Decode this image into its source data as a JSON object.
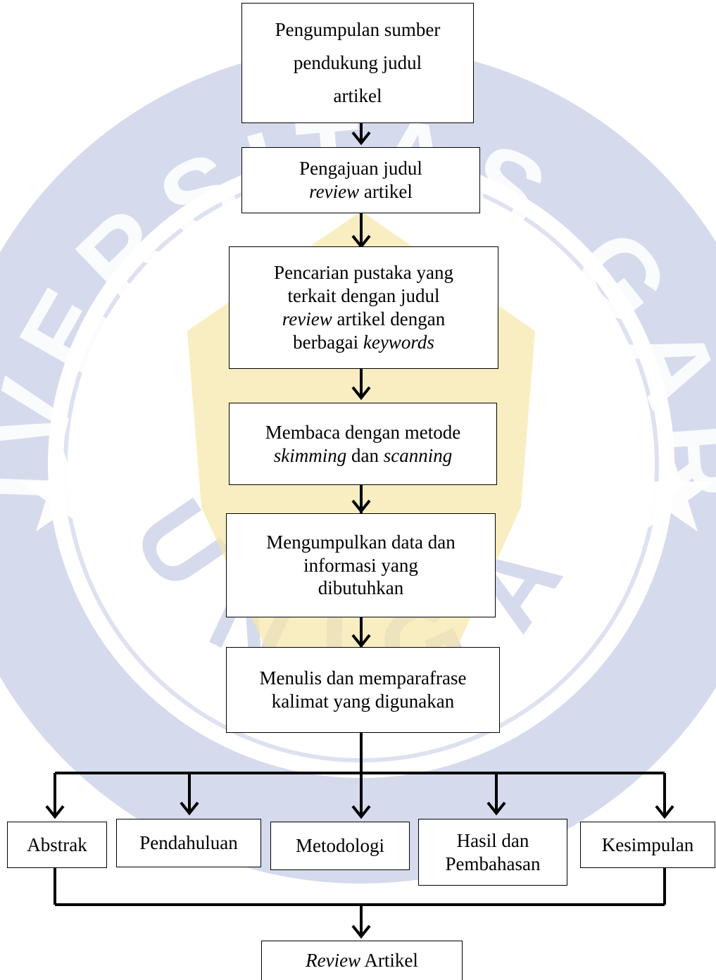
{
  "colors": {
    "watermark_blue": "#cfd4ea",
    "watermark_yellow": "#f7e7a6",
    "line": "#000000",
    "box_fill": "#ffffff"
  },
  "watermark": {
    "top_text": "UNIVERSITAS GARUT",
    "bottom_text": "UNIGA"
  },
  "steps": [
    {
      "id": "s1",
      "lines": [
        "Pengumpulan sumber",
        "pendukung judul",
        "artikel"
      ]
    },
    {
      "id": "s2",
      "lines": [
        "Pengajuan judul",
        "<i>review</i> artikel"
      ]
    },
    {
      "id": "s3",
      "lines": [
        "Pencarian pustaka yang",
        "terkait dengan judul",
        "<i>review</i> artikel dengan",
        "berbagai <i>keywords</i>"
      ]
    },
    {
      "id": "s4",
      "lines": [
        "Membaca dengan metode",
        "<i>skimming</i> dan <i>scanning</i>"
      ]
    },
    {
      "id": "s5",
      "lines": [
        "Mengumpulkan  data dan",
        "informasi yang",
        "dibutuhkan"
      ]
    },
    {
      "id": "s6",
      "lines": [
        "Menulis dan memparafrase",
        "kalimat yang digunakan"
      ]
    }
  ],
  "sections": [
    {
      "id": "abstrak",
      "lines": [
        "Abstrak"
      ]
    },
    {
      "id": "pendahuluan",
      "lines": [
        "Pendahuluan"
      ]
    },
    {
      "id": "metodologi",
      "lines": [
        "Metodologi"
      ]
    },
    {
      "id": "hasil",
      "lines": [
        "Hasil dan",
        "Pembahasan"
      ]
    },
    {
      "id": "kesimpulan",
      "lines": [
        "Kesimpulan"
      ]
    }
  ],
  "result": {
    "id": "review",
    "lines": [
      "<i>Review</i> Artikel"
    ]
  }
}
